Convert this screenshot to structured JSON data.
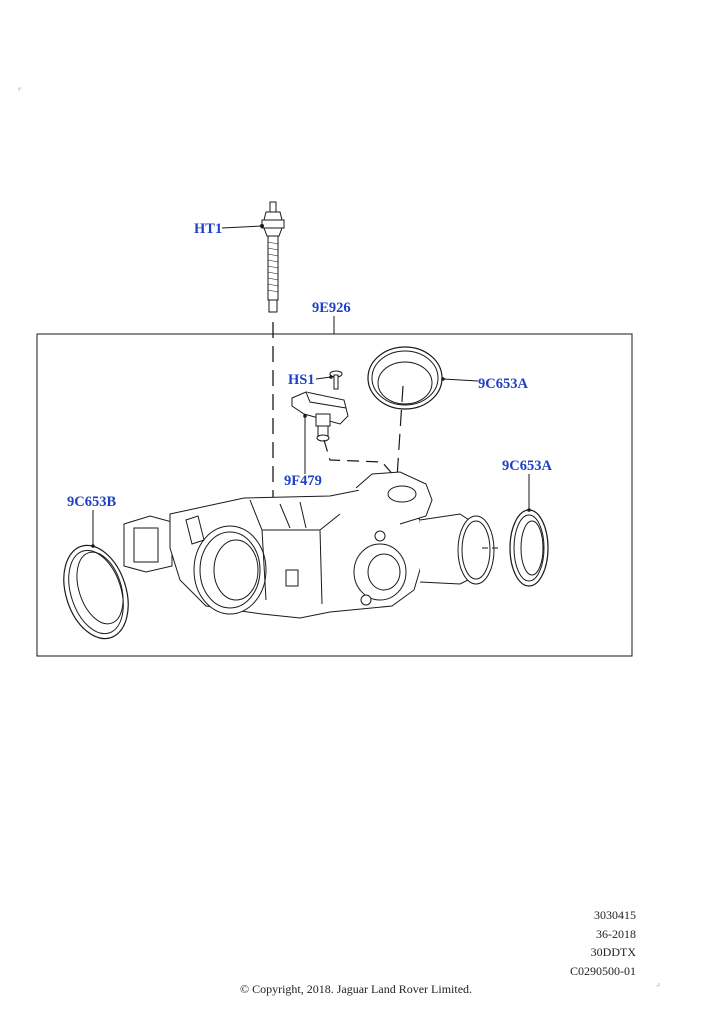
{
  "callouts": {
    "ht1": "HT1",
    "e926": "9E926",
    "hs1": "HS1",
    "a_top": "9C653A",
    "a_right": "9C653A",
    "f479": "9F479",
    "b_left": "9C653B"
  },
  "reference": {
    "line1": "3030415",
    "line2": "36-2018",
    "line3": "30DDTX",
    "line4": "C0290500-01"
  },
  "copyright": "© Copyright, 2018. Jaguar Land Rover Limited.",
  "colors": {
    "callout_text": "#1f3fc9",
    "line_art": "#1a1a1a"
  }
}
